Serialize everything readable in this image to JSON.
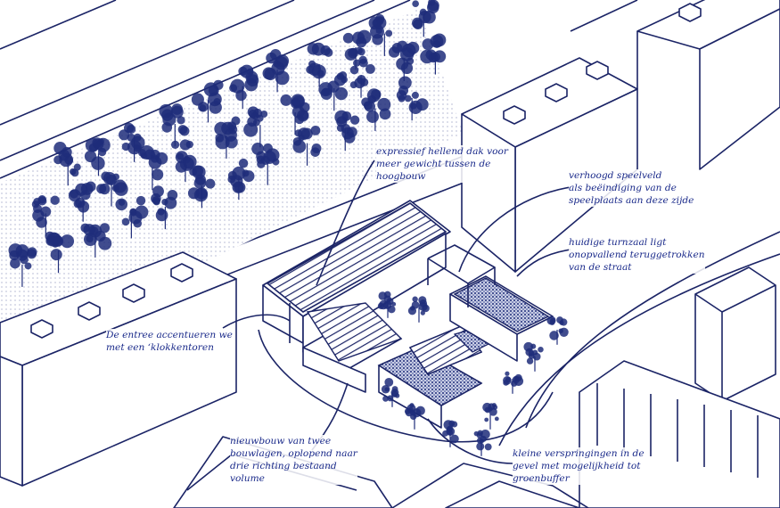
{
  "annotations": {
    "roof": [
      "expressief hellend dak voor",
      "meer gewicht tussen de",
      "hoogbouw"
    ],
    "playfield": [
      "verhoogd speelveld",
      "als beëindiging van de",
      "speelplaats aan deze zijde"
    ],
    "gym": [
      "huidige turnzaal ligt",
      "onopvallend teruggetrokken",
      "van de straat"
    ],
    "entrance": [
      "De entree accentueren we",
      "met een ‘klokkentoren"
    ],
    "newbuild": [
      "nieuwbouw van twee",
      "bouwlagen, oplopend naar",
      "drie richting bestaand",
      "volume"
    ],
    "facade": [
      "kleine verspringingen in de",
      "gevel met mogelijkheid tot",
      "groenbuffer"
    ]
  },
  "colors": {
    "ink": "#1b2466",
    "text": "#1a2a8a",
    "tree": "#1f2d7a"
  }
}
